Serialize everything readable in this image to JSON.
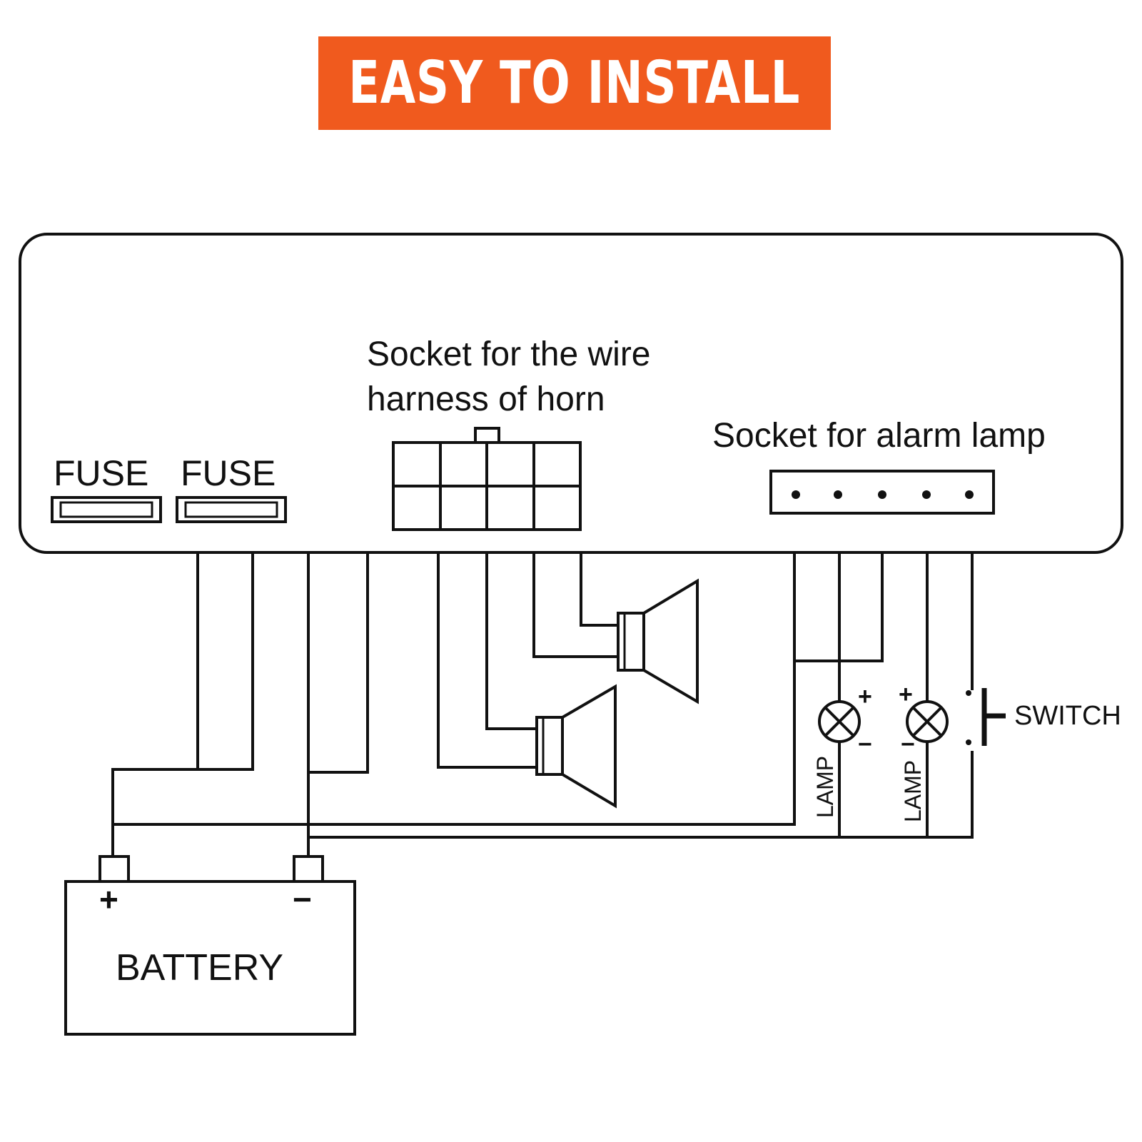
{
  "banner": {
    "title": "EASY TO INSTALL",
    "background": "#f05a1e",
    "text_color": "#ffffff"
  },
  "module": {
    "fuse_labels": [
      "FUSE",
      "FUSE"
    ],
    "horn_socket_label_line1": "Socket for the wire",
    "horn_socket_label_line2": "harness of horn",
    "lamp_socket_label": "Socket for alarm lamp"
  },
  "lamps": [
    {
      "label": "LAMP",
      "plus": "+",
      "minus": "−"
    },
    {
      "label": "LAMP",
      "plus": "+",
      "minus": "−"
    }
  ],
  "switch_label": "SWITCH",
  "battery": {
    "label": "BATTERY",
    "plus": "+",
    "minus": "−"
  }
}
